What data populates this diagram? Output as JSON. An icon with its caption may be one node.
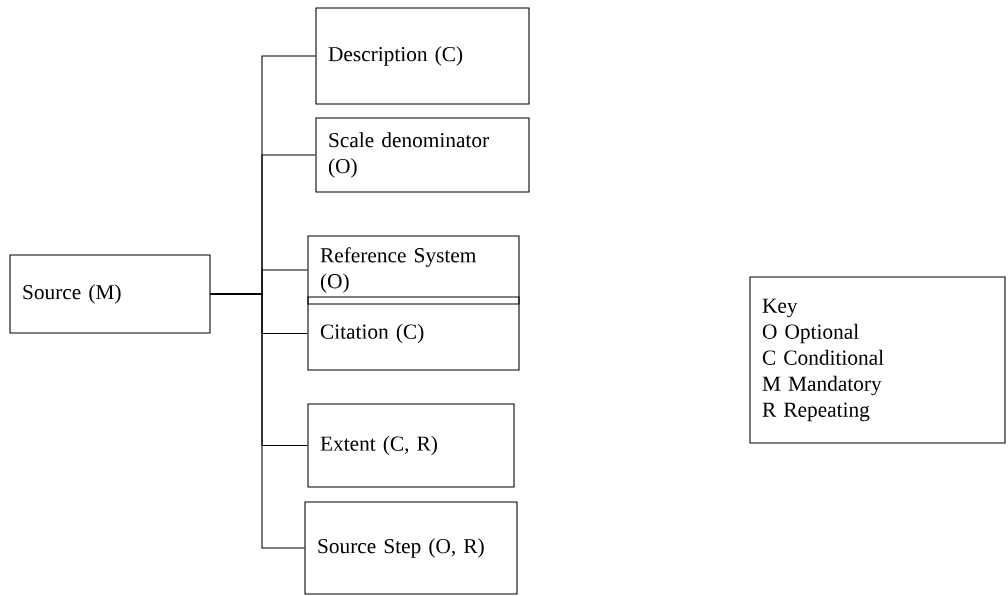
{
  "diagram": {
    "nodes": [
      {
        "text": [
          "Source (M)"
        ]
      },
      {
        "text": [
          "Description  (C)"
        ]
      },
      {
        "text": [
          "Scale denominator   (O)"
        ]
      },
      {
        "text": [
          "Reference System   (O)"
        ]
      },
      {
        "text": [
          "Citation  (C)"
        ]
      },
      {
        "text": [
          "Extent (C, R)"
        ]
      },
      {
        "text": [
          "Source Step (O, R)"
        ]
      },
      {
        "text": [
          "Key",
          "O   Optional",
          "C    Conditional",
          "M  Mandatory",
          "R   Repeating"
        ]
      }
    ],
    "edges": [
      {
        "from": 0,
        "to": 1,
        "arrow": "none"
      },
      {
        "from": 0,
        "to": 2,
        "arrow": "none"
      },
      {
        "from": 0,
        "to": 3,
        "arrow": "none"
      },
      {
        "from": 0,
        "to": 4,
        "arrow": "none"
      },
      {
        "from": 0,
        "to": 5,
        "arrow": "none"
      },
      {
        "from": 0,
        "to": 6,
        "arrow": "none"
      }
    ]
  }
}
